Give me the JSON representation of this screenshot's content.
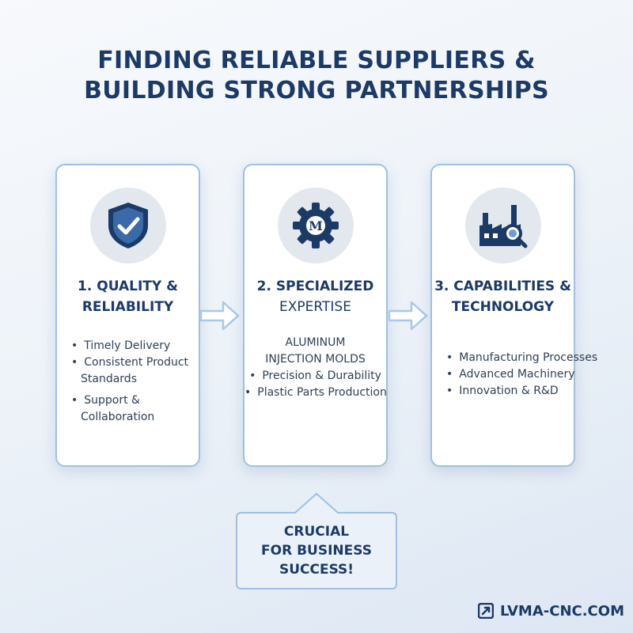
{
  "title": {
    "line1": "FINDING RELIABLE SUPPLIERS &",
    "line2": "BUILDING STRONG PARTNERSHIPS"
  },
  "cards": [
    {
      "icon": "shield-check-icon",
      "title_line1": "1. QUALITY &",
      "title_line2": "RELIABILITY",
      "items": [
        "Timely Delivery",
        "Consistent Product",
        "Standards",
        "Support &",
        "Collaboration"
      ]
    },
    {
      "icon": "gear-m-icon",
      "icon_letter": "M",
      "title_line1": "2. SPECIALIZED",
      "title_line2": "EXPERTISE",
      "items": [
        "ALUMINUM",
        "INJECTION MOLDS",
        "Precision & Durability",
        "Plastic Parts Production"
      ]
    },
    {
      "icon": "factory-search-icon",
      "title_line1": "3. CAPABILITIES &",
      "title_line2": "TECHNOLOGY",
      "items": [
        "Manufacturing Processes",
        "Advanced Machinery",
        "Innovation & R&D"
      ]
    }
  ],
  "callout": {
    "line1": "CRUCIAL",
    "line2": "FOR BUSINESS",
    "line3": "SUCCESS!"
  },
  "brand": {
    "icon": "brand-logo-icon",
    "text": "LVMA-CNC.COM"
  },
  "colors": {
    "navy": "#1c3a66",
    "card_border": "#9fc0e3",
    "icon_bg": "#e3e8ef",
    "arrow": "#a9c8ea"
  }
}
